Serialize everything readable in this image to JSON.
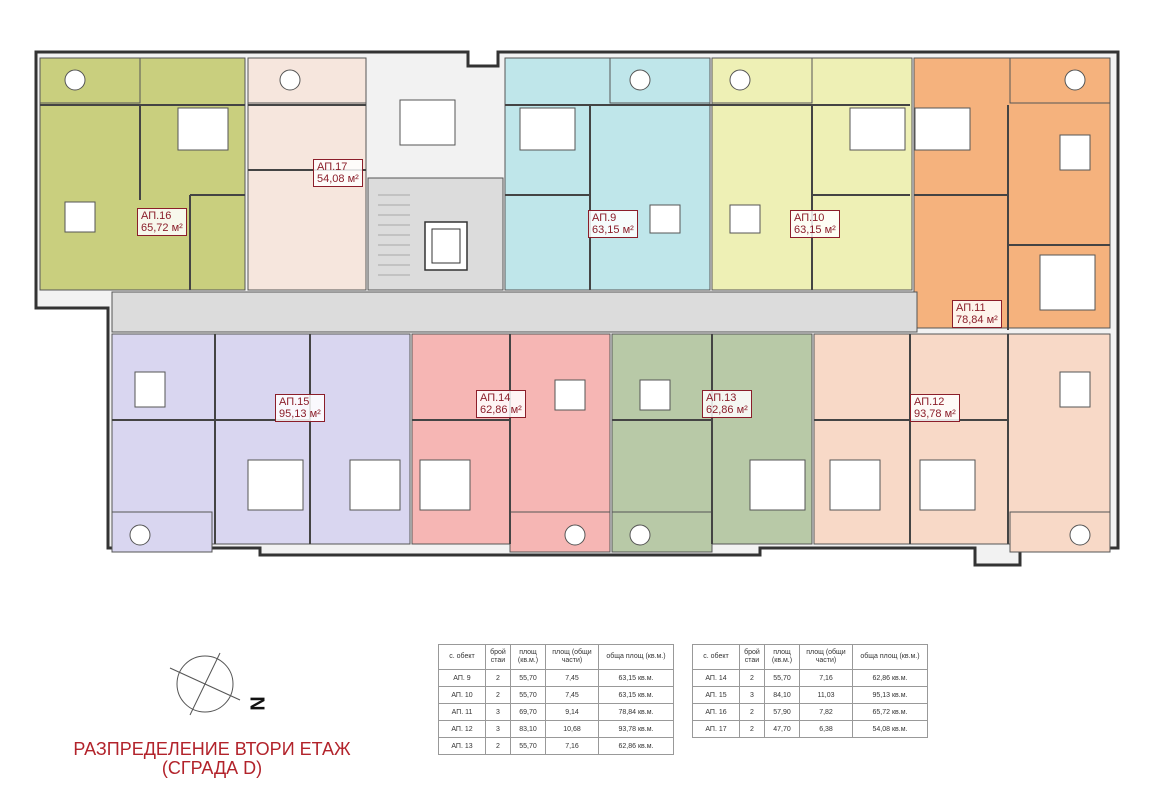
{
  "title": {
    "line1": "РАЗПРЕДЕЛЕНИЕ ВТОРИ ЕТАЖ",
    "line2": "(СГРАДА D)"
  },
  "compass": {
    "letter": "N"
  },
  "apartments": [
    {
      "id": "ap16",
      "name": "АП.16",
      "area": "65,72 м²",
      "color": "#c9cf7e"
    },
    {
      "id": "ap17",
      "name": "АП.17",
      "area": "54,08 м²",
      "color": "#f6e6dd"
    },
    {
      "id": "ap9",
      "name": "АП.9",
      "area": "63,15 м²",
      "color": "#bfe6ea"
    },
    {
      "id": "ap10",
      "name": "АП.10",
      "area": "63,15 м²",
      "color": "#eef0b5"
    },
    {
      "id": "ap11",
      "name": "АП.11",
      "area": "78,84 м²",
      "color": "#f5b27d"
    },
    {
      "id": "ap15",
      "name": "АП.15",
      "area": "95,13 м²",
      "color": "#d9d6f0"
    },
    {
      "id": "ap14",
      "name": "АП.14",
      "area": "62,86 м²",
      "color": "#f6b6b4"
    },
    {
      "id": "ap13",
      "name": "АП.13",
      "area": "62,86 м²",
      "color": "#b8c9a7"
    },
    {
      "id": "ap12",
      "name": "АП.12",
      "area": "93,78 м²",
      "color": "#f8d9c7"
    }
  ],
  "common_areas_color": "#dcdcdc",
  "table_headers": [
    "с. обект",
    "брой стаи",
    "площ (кв.м.)",
    "площ (общи части)",
    "обща площ (кв.м.)"
  ],
  "table_left": [
    [
      "АП. 9",
      "2",
      "55,70",
      "7,45",
      "63,15 кв.м."
    ],
    [
      "АП. 10",
      "2",
      "55,70",
      "7,45",
      "63,15 кв.м."
    ],
    [
      "АП. 11",
      "3",
      "69,70",
      "9,14",
      "78,84 кв.м."
    ],
    [
      "АП. 12",
      "3",
      "83,10",
      "10,68",
      "93,78 кв.м."
    ],
    [
      "АП. 13",
      "2",
      "55,70",
      "7,16",
      "62,86 кв.м."
    ]
  ],
  "table_right": [
    [
      "АП. 14",
      "2",
      "55,70",
      "7,16",
      "62,86 кв.м."
    ],
    [
      "АП. 15",
      "3",
      "84,10",
      "11,03",
      "95,13 кв.м."
    ],
    [
      "АП. 16",
      "2",
      "57,90",
      "7,82",
      "65,72 кв.м."
    ],
    [
      "АП. 17",
      "2",
      "47,70",
      "6,38",
      "54,08 кв.м."
    ]
  ]
}
